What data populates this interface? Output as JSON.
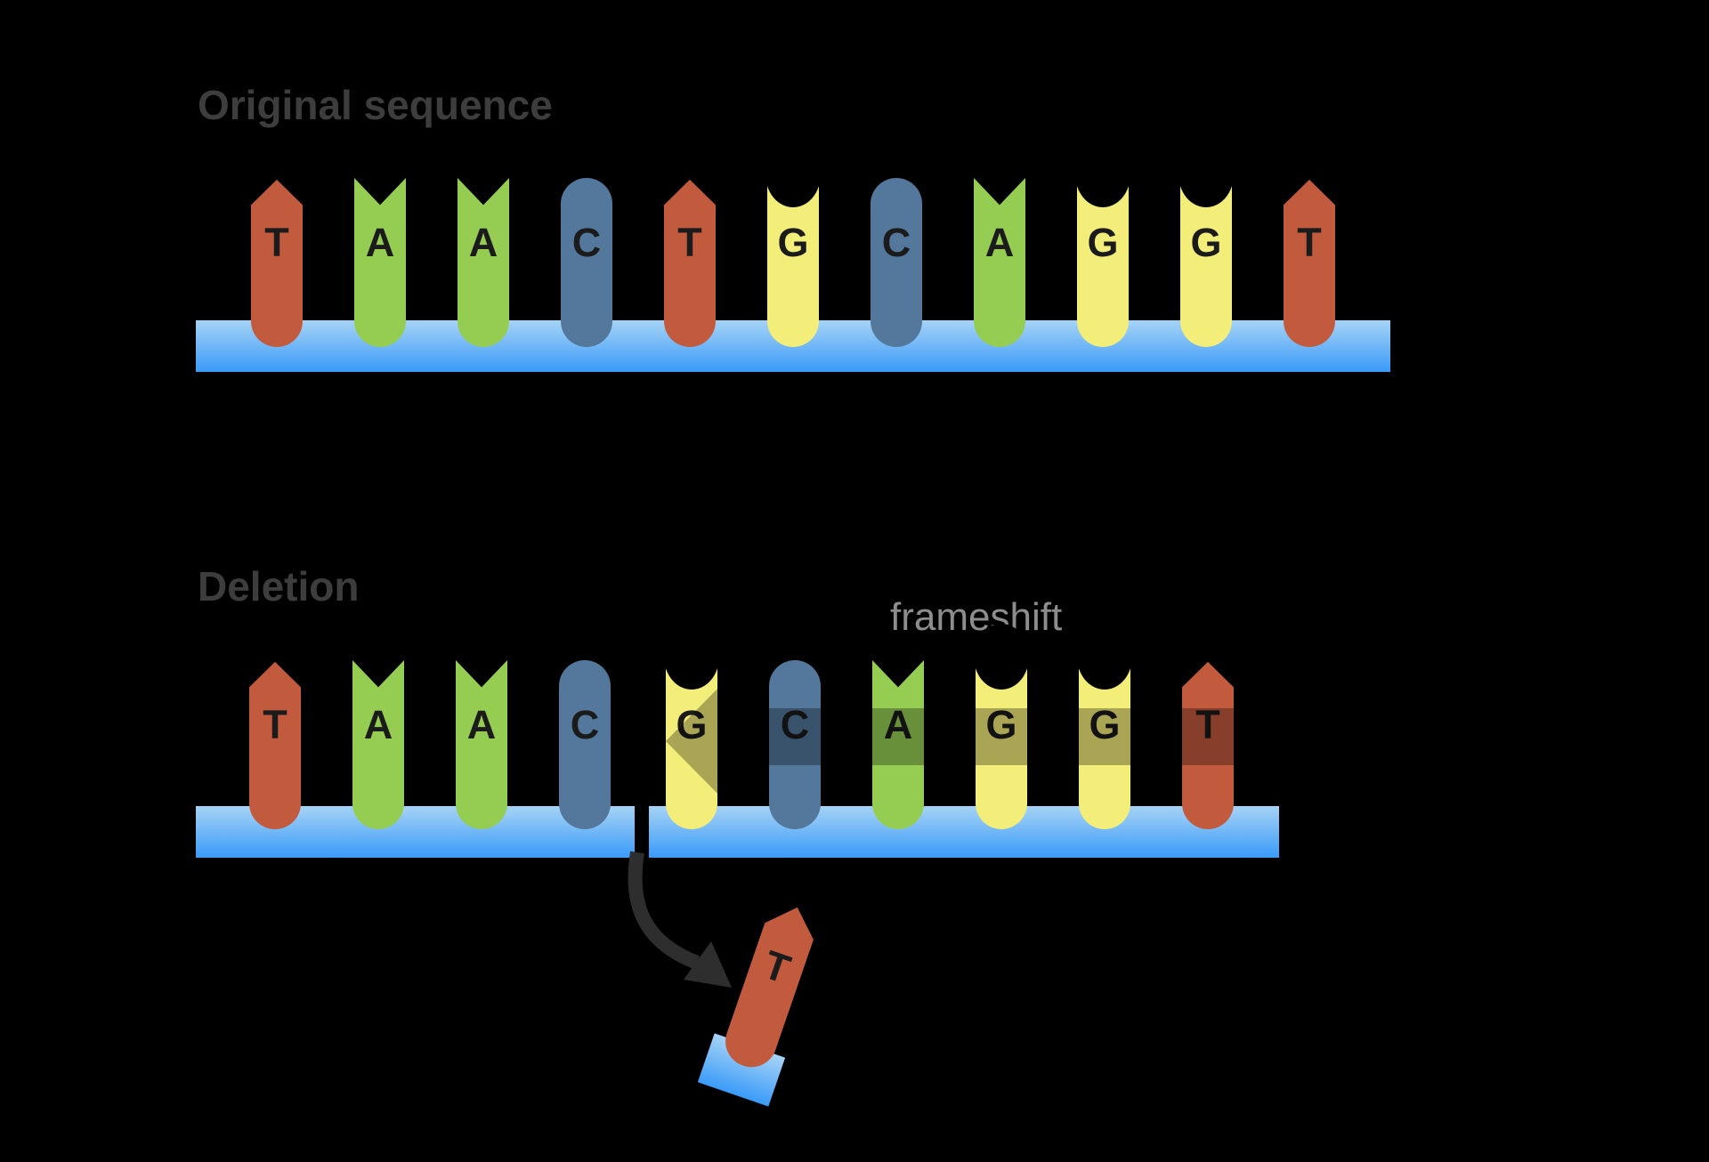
{
  "colors": {
    "bg": "#000000",
    "title": "#3d3d3d",
    "frameshift": "#8d8d8d",
    "letter": "#1b1b1b",
    "arrow-color": "#2e2e2e",
    "band": "rgba(0,0,0,0.30)",
    "base-T": "#c25b3e",
    "base-A": "#95cd52",
    "base-C": "#53789b",
    "base-G": "#f3ed7a",
    "backbone-top": "#a6d3f6",
    "backbone-bottom": "#3a9bf8"
  },
  "original": {
    "title": "Original sequence",
    "bases": [
      "T",
      "A",
      "A",
      "C",
      "T",
      "G",
      "C",
      "A",
      "G",
      "G",
      "T"
    ]
  },
  "deletion": {
    "title": "Deletion",
    "frameshift_label": "frameshift",
    "bases_before_gap": [
      "T",
      "A",
      "A",
      "C"
    ],
    "bases_after_gap": [
      "G",
      "C",
      "A",
      "G",
      "G",
      "T"
    ],
    "removed_base": "T"
  }
}
